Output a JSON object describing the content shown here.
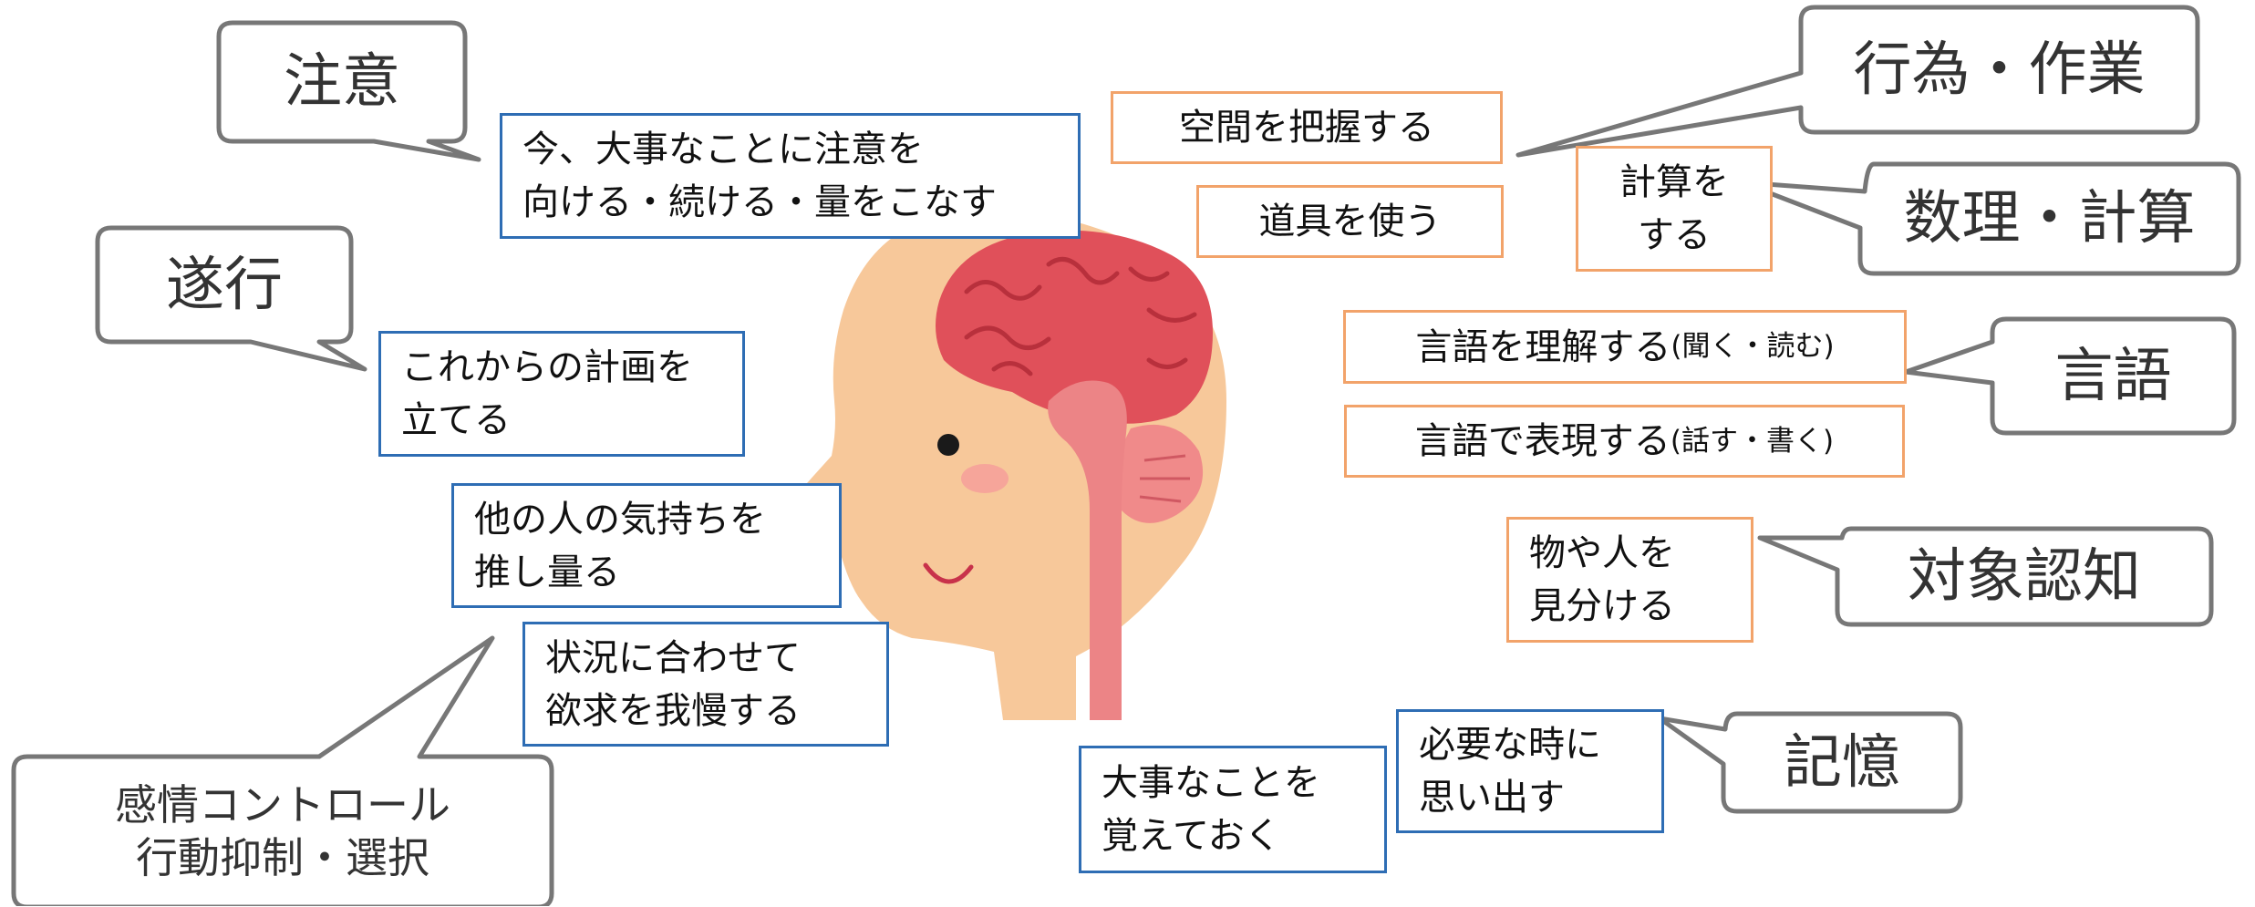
{
  "categories": {
    "attention": "注意",
    "execution": "遂行",
    "emotion": "感情コントロール\n行動抑制・選択",
    "action": "行為・作業",
    "math": "数理・計算",
    "language": "言語",
    "object": "対象認知",
    "memory": "記憶"
  },
  "boxes": {
    "attention": "今、大事なことに注意を\n向ける・続ける・量をこなす",
    "planning": "これからの計画を\n立てる",
    "empathy": "他の人の気持ちを\n推し量る",
    "patience": "状況に合わせて\n欲求を我慢する",
    "space": "空間を把握する",
    "tools": "道具を使う",
    "calc": "計算を\nする",
    "lang_understand": "言語を理解する",
    "lang_understand_note": "(聞く・読む)",
    "lang_express": "言語で表現する",
    "lang_express_note": "(話す・書く)",
    "recognize": "物や人を\n見分ける",
    "memorize": "大事なことを\n覚えておく",
    "recall": "必要な時に\n思い出す"
  },
  "colors": {
    "bubble_border": "#777777",
    "blue_border": "#2e6db4",
    "orange_border": "#f2a36a",
    "skin": "#f7c89a",
    "brain": "#e0505a",
    "brain_inner": "#f08a8a",
    "brainstem": "#ec8486"
  }
}
